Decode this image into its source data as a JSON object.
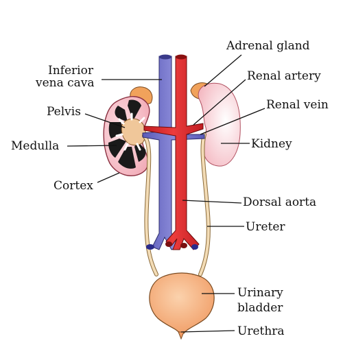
{
  "labels": {
    "inferior_vena_cava_1": "Inferior",
    "inferior_vena_cava_2": "vena cava",
    "pelvis": "Pelvis",
    "medulla": "Medulla",
    "cortex": "Cortex",
    "adrenal_gland": "Adrenal gland",
    "renal_artery": "Renal artery",
    "renal_vein": "Renal vein",
    "kidney": "Kidney",
    "dorsal_aorta": "Dorsal aorta",
    "ureter": "Ureter",
    "urinary_bladder_1": "Urinary",
    "urinary_bladder_2": "bladder",
    "urethra": "Urethra"
  },
  "colors": {
    "vein": "#6e6ec9",
    "artery": "#d9262b",
    "kidney_pink": "#f7c9cf",
    "adrenal": "#f1a25b",
    "bladder": "#f6b27f",
    "ureter": "#f3dcb6",
    "medulla": "#1a1a1a",
    "pelvis": "#f0c79a"
  }
}
